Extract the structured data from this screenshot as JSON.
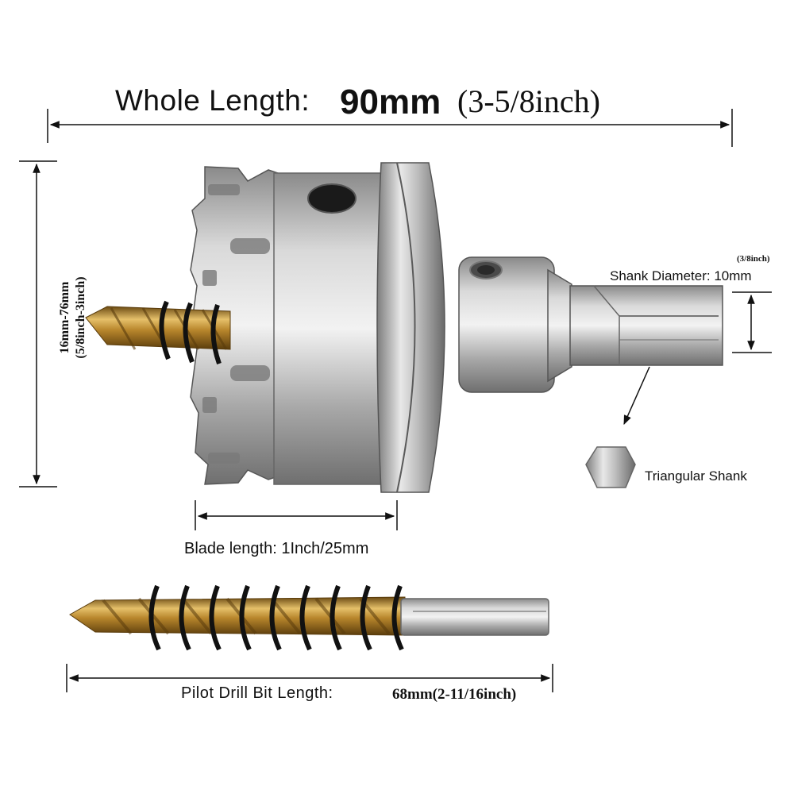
{
  "labels": {
    "whole_length_label": "Whole Length:",
    "whole_length_mm": "90mm",
    "whole_length_inch": "(3-5/8inch)",
    "cut_range_mm": "16mm-76mm",
    "cut_range_inch": "(5/8inch-3inch)",
    "shank_inch": "(3/8inch)",
    "shank_diameter": "Shank Diameter: 10mm",
    "triangular_shank": "Triangular Shank",
    "blade_length": "Blade length: 1Inch/25mm",
    "pilot_label": "Pilot Drill Bit Length:",
    "pilot_value": "68mm(2-11/16inch)"
  },
  "icons": {
    "hole_saw": "hole-saw-icon",
    "pilot_drill": "pilot-drill-bit-icon",
    "triangular_shank": "triangular-shank-icon",
    "spring": "spring-icon"
  },
  "colors": {
    "steel": "#b0b0b0",
    "gold": "#c79a3a",
    "ink": "#111111"
  }
}
